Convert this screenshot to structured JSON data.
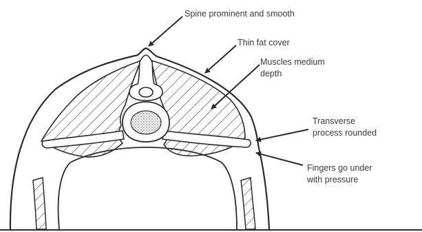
{
  "labels": {
    "spine": "Spine prominent and smooth",
    "fat_cover": "Thin fat cover",
    "muscles_line1": "Muscles medium",
    "muscles_line2": "depth",
    "transverse_line1": "Transverse",
    "transverse_line2": "process rounded",
    "fingers_line1": "Fingers go under",
    "fingers_line2": "with pressure"
  },
  "colors": {
    "ink": "#2a2a2a",
    "text": "#3a3a3a",
    "background": "#ffffff"
  }
}
